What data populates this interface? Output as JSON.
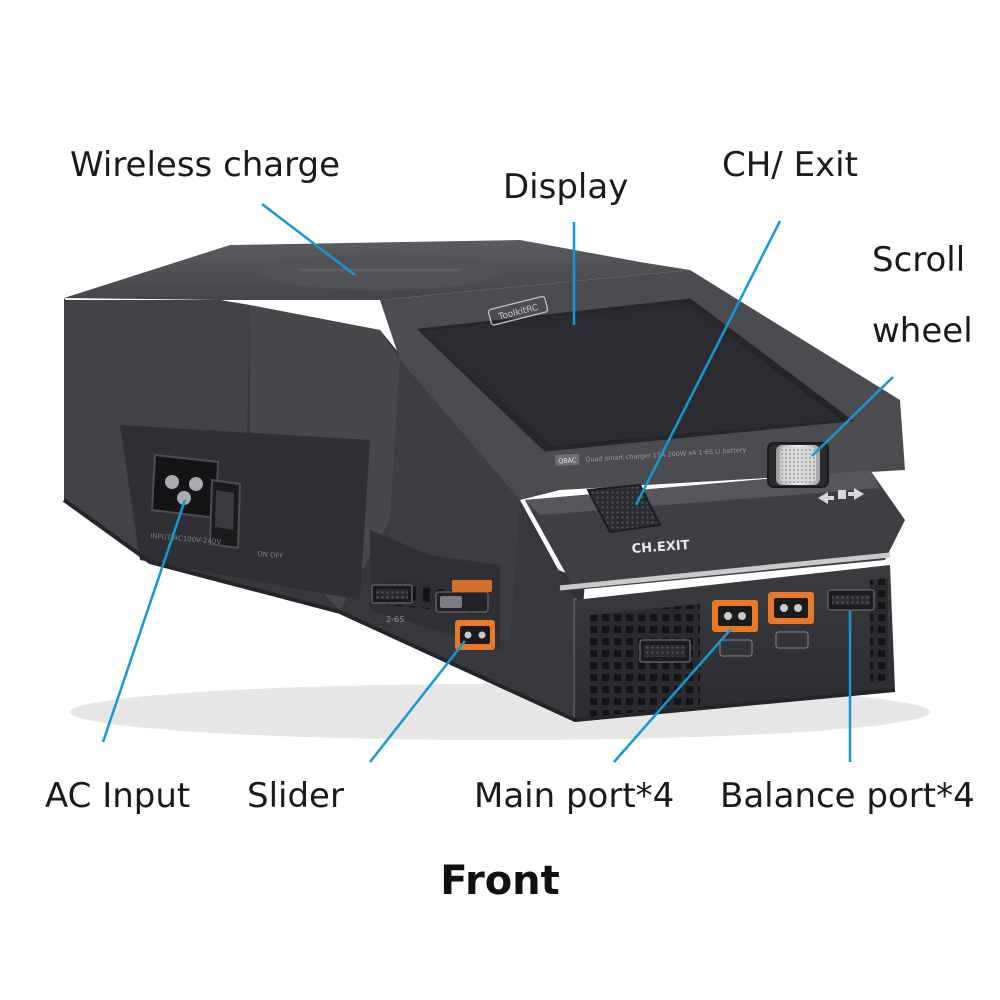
{
  "labels": {
    "wireless_charge": "Wireless charge",
    "display": "Display",
    "ch_exit": "CH/ Exit",
    "scroll": "Scroll",
    "wheel": "wheel",
    "ac_input": "AC Input",
    "slider": "Slider",
    "main_port": "Main port*4",
    "balance_port": "Balance port*4"
  },
  "caption": "Front",
  "device": {
    "brand_badge": "ToolkitRC",
    "model_badge": "Q8AC",
    "spec_strip": "Quad smart charger 15A 200W x4 1-6S Li battery",
    "button_label": "CH.EXIT",
    "ac_rating": "INPUT AC100V-240V",
    "switch_label": "ON OFF",
    "port_label_left": "2-6S"
  },
  "colors": {
    "leader_line": "#1598d8",
    "body": "#3c3e42",
    "connector_orange": "#e8782a"
  }
}
